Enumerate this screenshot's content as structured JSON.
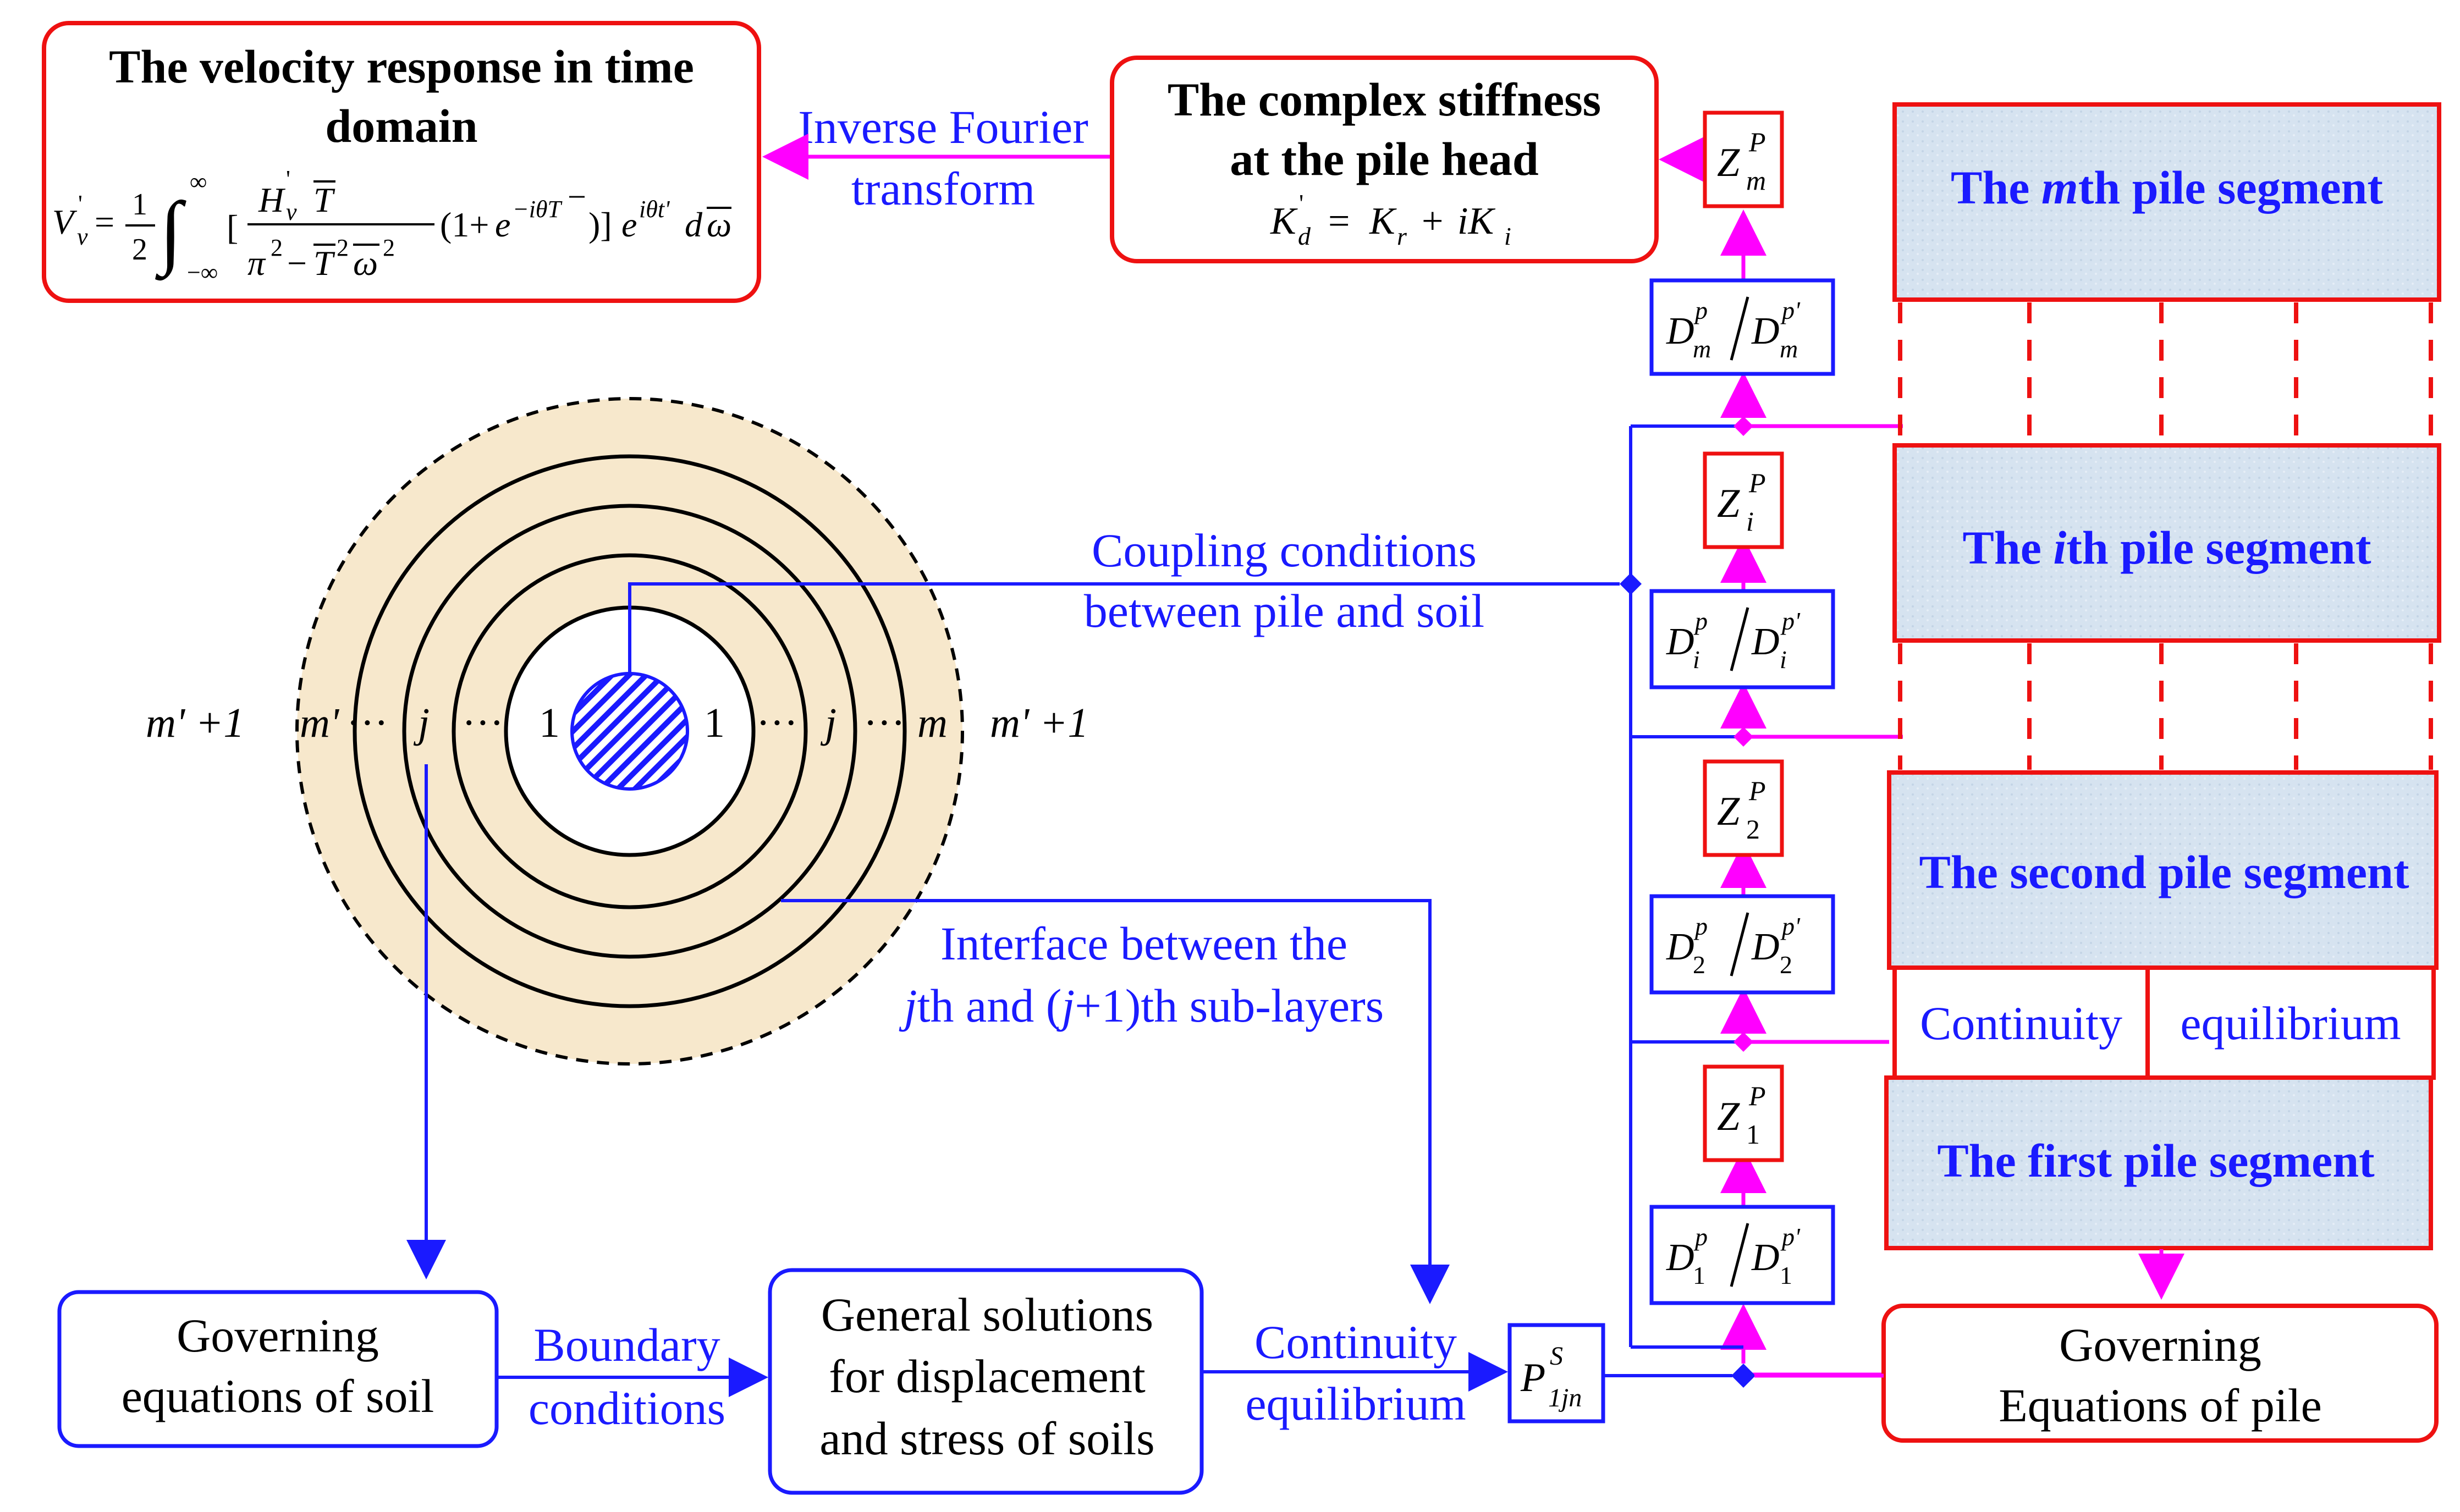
{
  "velocity_box": {
    "title_line1": "The velocity response in time",
    "title_line2": "domain",
    "formula": "V'v = 1/2 ∫₋∞^∞ [ H'v T̄ / (π² − T̄² ω̄²) (1 + e^(−iθT̄)) ] e^(iθt') dω̄"
  },
  "stiffness_box": {
    "title_line1": "The complex stiffness",
    "title_line2": "at the pile head",
    "formula": "K'd = Kr + iKi"
  },
  "inverse_fourier": {
    "line1": "Inverse Fourier",
    "line2": "transform"
  },
  "pile_chain": [
    {
      "z": "Z",
      "z_sub": "m",
      "z_sup": "P",
      "d_sub": "m"
    },
    {
      "z": "Z",
      "z_sub": "i",
      "z_sup": "P",
      "d_sub": "i"
    },
    {
      "z": "Z",
      "z_sub": "2",
      "z_sup": "P",
      "d_sub": "2"
    },
    {
      "z": "Z",
      "z_sub": "1",
      "z_sup": "P",
      "d_sub": "1"
    }
  ],
  "d_box": {
    "base": "D",
    "sup": "p",
    "sup_prime": "p'"
  },
  "segments": {
    "mth_pre": "The ",
    "mth_var": "m",
    "mth_post": "th pile segment",
    "ith_pre": "The ",
    "ith_var": "i",
    "ith_post": "th pile segment",
    "second": "The second pile segment",
    "first": "The first pile segment",
    "continuity": "Continuity",
    "equilibrium": "equilibrium"
  },
  "coupling": {
    "line1": "Coupling conditions",
    "line2": "between pile and soil"
  },
  "interface": {
    "line1": "Interface between the",
    "line2_var1": "j",
    "line2_mid": "th and (",
    "line2_var2": "j",
    "line2_post": "+1)th sub-layers"
  },
  "layers": {
    "left_outer": "m' +1",
    "left_m": "m'",
    "dots": "···",
    "j": "j",
    "one": "1",
    "right_m": "m",
    "right_outer": "m' +1"
  },
  "governing_soil": {
    "line1": "Governing",
    "line2": "equations of soil"
  },
  "boundary": {
    "line1": "Boundary",
    "line2": "conditions"
  },
  "general_solutions": {
    "line1": "General solutions",
    "line2": "for displacement",
    "line3": "and stress of soils"
  },
  "continuity_eq": {
    "line1": "Continuity",
    "line2": "equilibrium"
  },
  "p_box": {
    "base": "P",
    "sup": "S",
    "sub": "1jn"
  },
  "governing_pile": {
    "line1": "Governing",
    "line2": "Equations of pile"
  },
  "colors": {
    "red": "#ee1111",
    "blue": "#1a1aff",
    "magenta": "#ff00ff",
    "tan": "#f7e8cc",
    "segment_fill": "#d9e6f2"
  }
}
